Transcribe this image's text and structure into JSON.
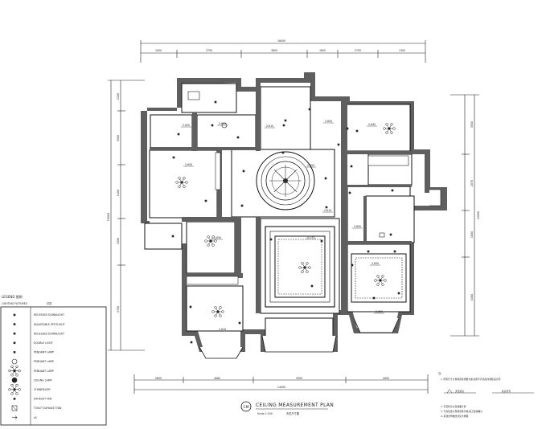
{
  "plan": {
    "title": "CEILING MEASUREMENT PLAN",
    "sheet_mark": "CM",
    "scale": "Scale 1:100",
    "scale_cn": "天花尺寸图"
  },
  "legend": {
    "heading": "LEGEND 图例",
    "subheading": "LIGHTING FIXTURES",
    "subheading_cn": "灯具",
    "items": [
      {
        "symbol": "square-downlight",
        "label": "RECESSED DOWNLIGHT"
      },
      {
        "symbol": "cross-spot",
        "label": "ADJUSTABLE SPOTLIGHT"
      },
      {
        "symbol": "square-fixture",
        "label": "RECESSED DOWNLIGHT"
      },
      {
        "symbol": "double-lamp",
        "label": "DOUBLE LIGHT"
      },
      {
        "symbol": "box-lamp",
        "label": "PENDANT LAMP"
      },
      {
        "symbol": "ring-lamp",
        "label": "PENDANT LAMP"
      },
      {
        "symbol": "star-lamp",
        "label": "PENDANT LAMP"
      },
      {
        "symbol": "disc-lamp",
        "label": "CEILING LAMP"
      },
      {
        "symbol": "flower-lamp",
        "label": "CHANDELIER"
      },
      {
        "symbol": "fan",
        "label": "EXHAUST FAN"
      },
      {
        "symbol": "x-box",
        "label": "TOILET EXHAUST FAN"
      },
      {
        "symbol": "arrow",
        "label": "AC"
      }
    ]
  },
  "dimensions": {
    "top_total": "16450",
    "top_segments": [
      "1630",
      "2750",
      "3800",
      "1850",
      "2750",
      "1300"
    ],
    "bottom_total": "14450",
    "bottom_segments": [
      "2850",
      "4080",
      "3550",
      "4000"
    ],
    "left_total": "15000",
    "left_segments": [
      "2100",
      "3500",
      "1400",
      "4300",
      "3700"
    ],
    "right_total": "15000",
    "right_segments": [
      "3550",
      "2070",
      "1800",
      "4300"
    ]
  },
  "heights": [
    "2.650",
    "2.650",
    "2.650",
    "2.610",
    "2.850",
    "2.640",
    "2.850",
    "2.610",
    "2.650",
    "2.750",
    "2.650",
    "2.610",
    "2.650",
    "2.850"
  ],
  "notes": {
    "heading": "注:",
    "lines": [
      "1. 所有尺寸以现场实际测量为准,如有不符请及时通知设计师",
      "2. 天花标高以完成面计算",
      "3. 灯具位置以现场实际为准,施工前请确认",
      "4. 吊顶龙骨做法详见大样图"
    ],
    "symbol_a": "天花标高",
    "symbol_b": "标高符号"
  }
}
